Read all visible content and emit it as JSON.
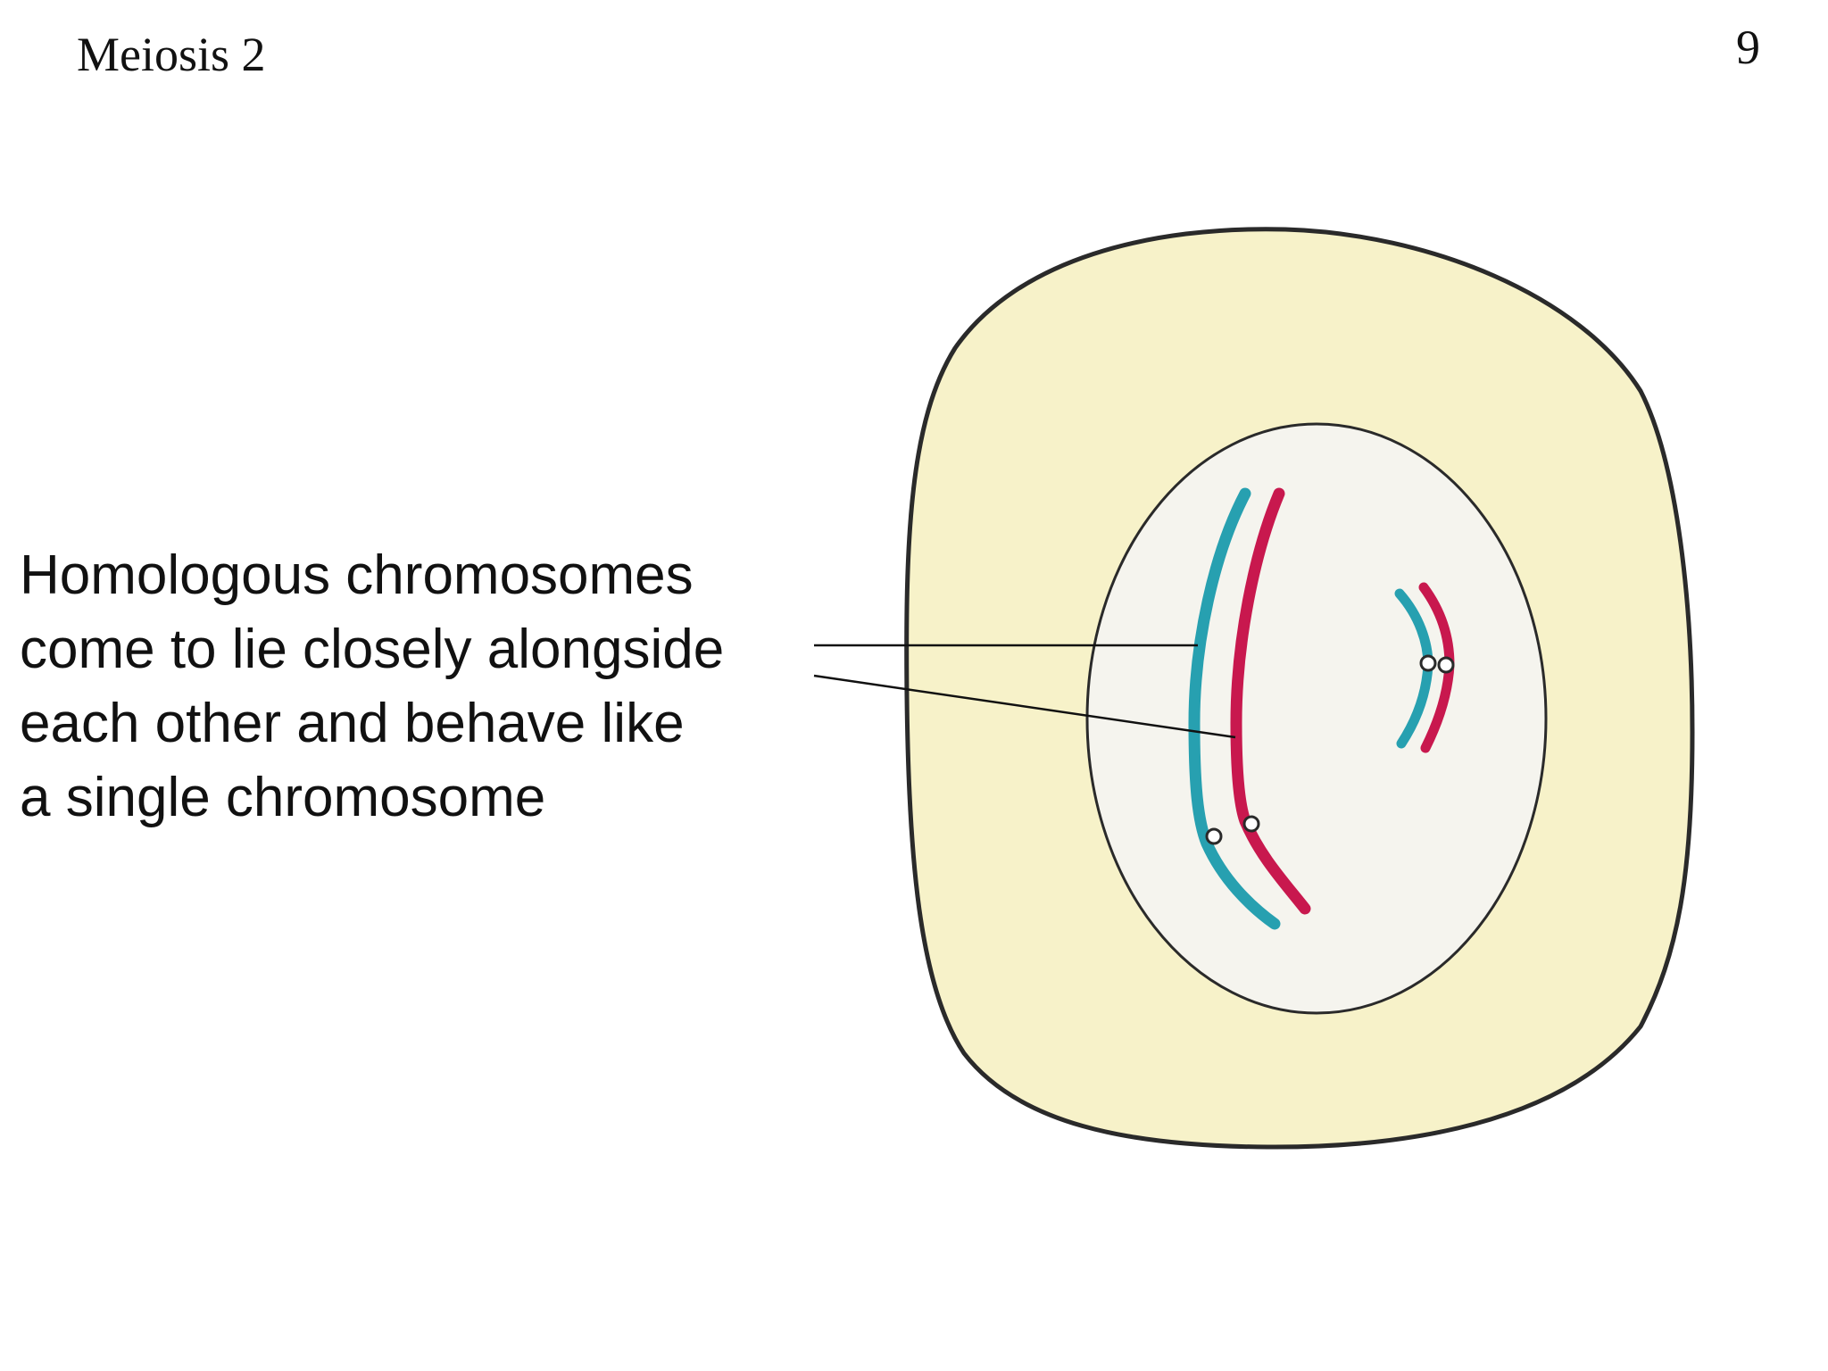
{
  "slide": {
    "title": "Meiosis 2",
    "page_number": "9"
  },
  "caption": {
    "lines": [
      "Homologous chromosomes",
      "come to lie closely alongside",
      "each other and behave like",
      "a single chromosome"
    ]
  },
  "colors": {
    "cytoplasm": "#f7f2c9",
    "nucleus": "#f5f4ee",
    "outline": "#2a2a2a",
    "maternal_chromosome": "#27a0b0",
    "paternal_chromosome": "#c8184e"
  }
}
